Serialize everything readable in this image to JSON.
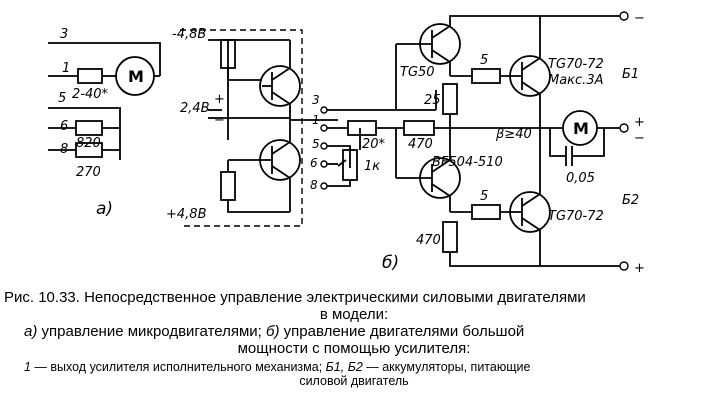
{
  "diagram": {
    "part_a": {
      "label": "а)",
      "pins": [
        "3",
        "1",
        "5",
        "6",
        "8"
      ],
      "resistors": [
        "2-40*",
        "820",
        "270"
      ],
      "motor": "M"
    },
    "part_b": {
      "label": "б)",
      "supply": {
        "neg_48": "-4,8В",
        "pos_48": "+4,8В",
        "v24": "2,4В",
        "plus": "+",
        "minus": "−"
      },
      "switch_pins": [
        "3",
        "1",
        "5",
        "6",
        "8"
      ],
      "components": {
        "r_20": "20*",
        "r_1k": "1к",
        "r_470a": "470",
        "r_25": "25",
        "r_5a": "5",
        "r_5b": "5",
        "r_470b": "470",
        "t_tg50": "TG50",
        "t_tg70_top": "TG70-72",
        "t_tg70_top_max": "Макс.3А",
        "t_bf504": "BF504-510",
        "t_tg70_bot": "TG70-72",
        "beta": "β≥40",
        "cap": "0,05",
        "motor": "M"
      },
      "outputs": {
        "top": "−",
        "mid_plus": "+",
        "mid_minus": "−",
        "bottom": "+"
      },
      "batteries": [
        "Б1",
        "Б2"
      ]
    }
  },
  "caption": {
    "line1": "Рис. 10.33. Непосредственное управление электрическими силовыми двигателями",
    "line2": "в модели:",
    "line3_a": "а)",
    "line3_a_text": " управление микродвигателями; ",
    "line3_b": "б)",
    "line3_b_text": " управление двигателями большой",
    "line4": "мощности с помощью усилителя:",
    "line5_num": "1",
    "line5_text": " — выход усилителя исполнительного механизма; ",
    "line5_b": "Б1, Б2",
    "line5_b_text": " — аккумуляторы, питающие",
    "line6": "силовой двигатель"
  }
}
